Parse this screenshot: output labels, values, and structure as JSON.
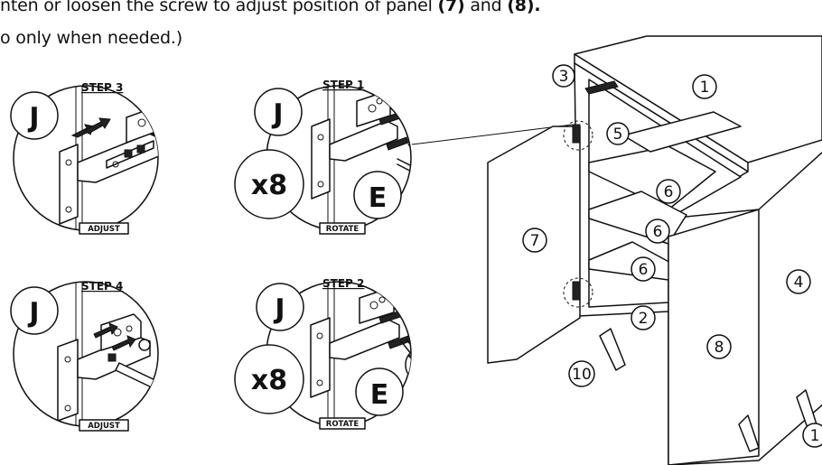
{
  "instructions": {
    "line1_prefix": "nten or loosen the screw to adjust position of panel ",
    "panel_a": "(7)",
    "and_word": " and ",
    "panel_b": "(8).",
    "line2": "o only when needed.)"
  },
  "steps": [
    {
      "id": "step3",
      "title": "STEP 3",
      "part": "J",
      "tag": "ADJUST"
    },
    {
      "id": "step1",
      "title": "STEP 1",
      "part": "J",
      "multiplier": "x8",
      "part2": "E",
      "tag": "ROTATE"
    },
    {
      "id": "step4",
      "title": "STEP 4",
      "part": "J",
      "tag": "ADJUST"
    },
    {
      "id": "step2",
      "title": "STEP 2",
      "part": "J",
      "multiplier": "x8",
      "part2": "E",
      "tag": "ROTATE"
    }
  ],
  "part_numbers": {
    "top": "1",
    "back": "3",
    "hinge": "5",
    "shelf_upper": "6",
    "shelf_middle": "6",
    "shelf_lower": "6",
    "bottom": "2",
    "side": "4",
    "left_door": "7",
    "right_door": "8",
    "leg": "10",
    "corner": "1"
  },
  "icons": [
    "screwdriver-icon",
    "hinge-icon",
    "screw-icon",
    "rotate-arrow-icon",
    "adjust-arrow-icon"
  ]
}
